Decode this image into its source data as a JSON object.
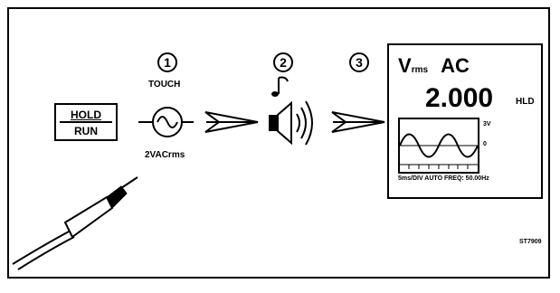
{
  "button": {
    "top_label": "HOLD",
    "bottom_label": "RUN"
  },
  "steps": [
    {
      "number": "1",
      "caption": "TOUCH",
      "signal": "2VACrms"
    },
    {
      "number": "2"
    },
    {
      "number": "3"
    }
  ],
  "display": {
    "measurement_main": "V",
    "measurement_sub": "rms",
    "measurement_mode": "AC",
    "value": "2.000",
    "hold_indicator": "HLD",
    "scope": {
      "top_scale": "3V",
      "zero_scale": "0",
      "footer": "5ms/DIV AUTO  FREQ: 50.00Hz"
    }
  },
  "figure_code": "ST7909",
  "icons": [
    "hold-run-button",
    "sine-wave-icon",
    "arrow-icon",
    "speaker-icon",
    "music-note-icon",
    "test-probe-icon"
  ]
}
